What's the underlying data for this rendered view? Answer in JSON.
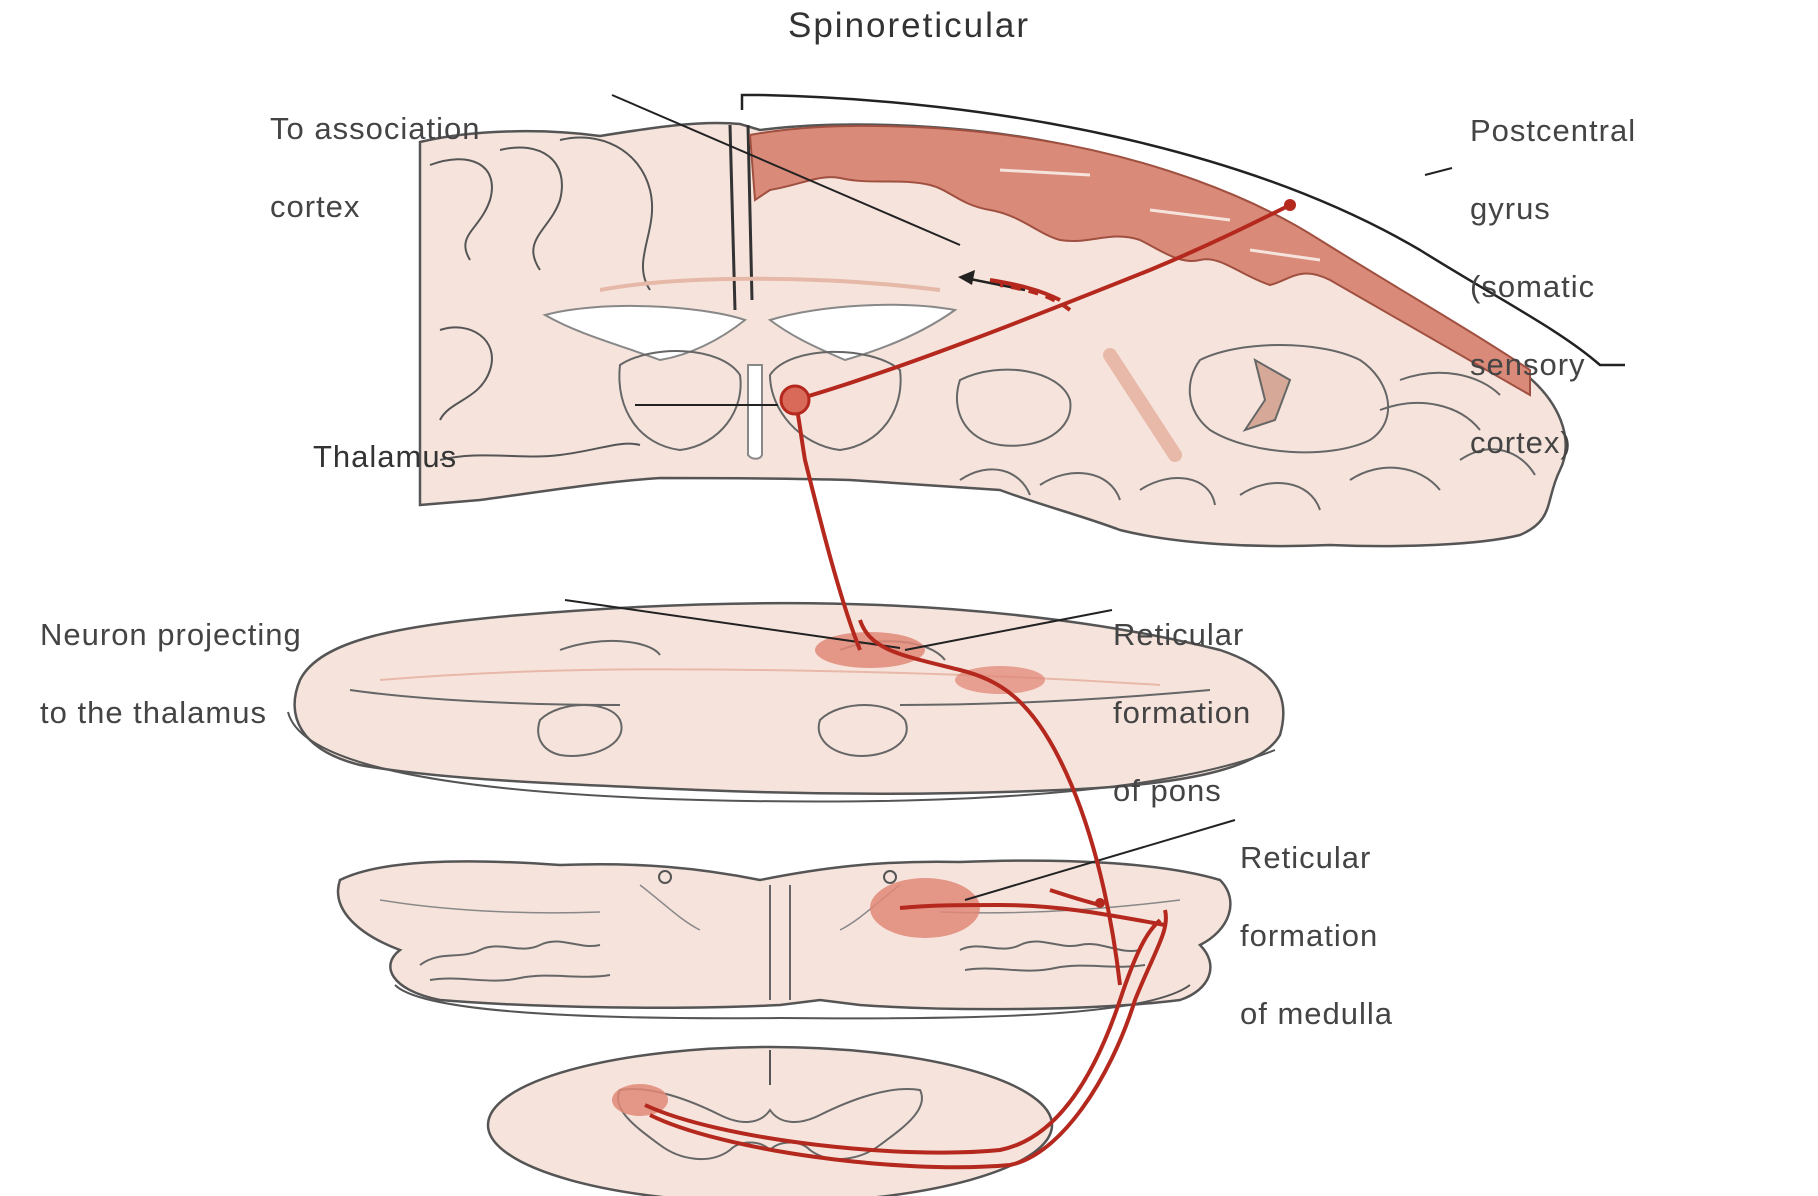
{
  "title": "Spinoreticular",
  "labels": {
    "association_cortex": [
      "To association",
      "cortex"
    ],
    "postcentral_gyrus": [
      "Postcentral",
      "gyrus",
      "(somatic",
      "sensory",
      "cortex)"
    ],
    "thalamus": "Thalamus",
    "neuron_projecting": [
      "Neuron projecting",
      "to the thalamus"
    ],
    "reticular_pons": [
      "Reticular",
      "formation",
      "of pons"
    ],
    "reticular_medulla": [
      "Reticular",
      "formation",
      "of medulla"
    ]
  },
  "colors": {
    "tissue": "#f6e4dc",
    "outline": "#555555",
    "cortex_highlight": "#d98a78",
    "pathway": "#b4281e",
    "nucleus": "#e08878"
  }
}
